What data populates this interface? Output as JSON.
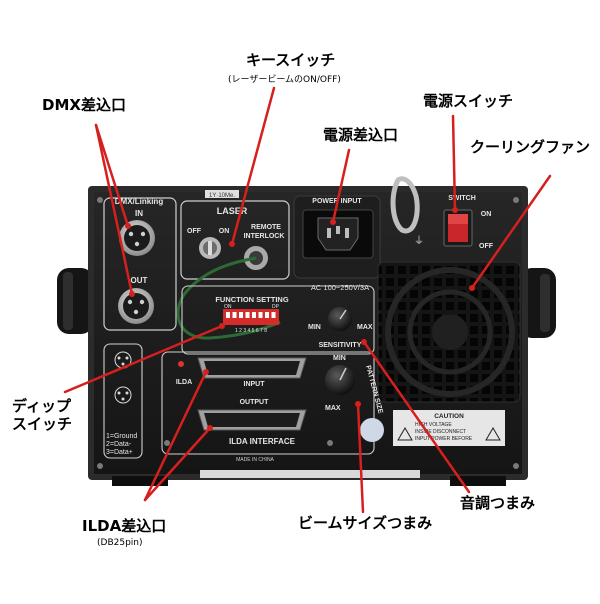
{
  "callouts": {
    "key_switch": {
      "label": "キースイッチ",
      "sub": "(レーザービームのON/OFF)"
    },
    "dmx_port": {
      "label": "DMX差込口"
    },
    "power_switch": {
      "label": "電源スイッチ"
    },
    "power_inlet": {
      "label": "電源差込口"
    },
    "cooling_fan": {
      "label": "クーリングファン"
    },
    "dip_switch": {
      "label_line1": "ディップ",
      "label_line2": "スイッチ"
    },
    "ilda_port": {
      "label": "ILDA差込口",
      "sub": "(DB25pin)"
    },
    "beam_size_knob": {
      "label": "ビームサイズつまみ"
    },
    "sound_knob": {
      "label": "音調つまみ"
    }
  },
  "panel": {
    "sticker": "1Y·10Me.",
    "dmx_title": "DMX/Linking",
    "dmx_in": "IN",
    "dmx_out": "OUT",
    "laser_title": "LASER",
    "off": "OFF",
    "on": "ON",
    "remote_line1": "REMOTE",
    "remote_line2": "INTERLOCK",
    "power_input": "POWER INPUT",
    "switch_title": "SWITCH",
    "switch_on": "ON",
    "switch_off": "OFF",
    "ac_rating": "AC 100~250V/3A",
    "function_setting": "FUNCTION SETTING",
    "dip_on": "ON",
    "dip_dp": "DP",
    "dip_numbers": "1 2 3 4 5 6 7 8",
    "sens_min": "MIN",
    "sens_max": "MAX",
    "sensitivity": "SENSITIVITY",
    "ilda_small": "ILDA",
    "input": "INPUT",
    "output": "OUTPUT",
    "pattern_min": "MIN",
    "pattern_max": "MAX",
    "pattern_size": "PATTERN SIZE",
    "pin_legend_1": "1=Ground",
    "pin_legend_2": "2=Data-",
    "pin_legend_3": "3=Data+",
    "ilda_interface": "ILDA INTERFACE",
    "made_in": "MADE IN CHINA",
    "caution_title": "CAUTION",
    "caution_1": "HIGH VOLTAGE",
    "caution_2": "INSIDE DISCONNECT",
    "caution_3": "INPUT  POWER BEFORE"
  },
  "colors": {
    "arrow": "#d6201d",
    "panel": "#1c1c1c",
    "frame": "#2a2a2a",
    "switch_red": "#c8262b"
  }
}
